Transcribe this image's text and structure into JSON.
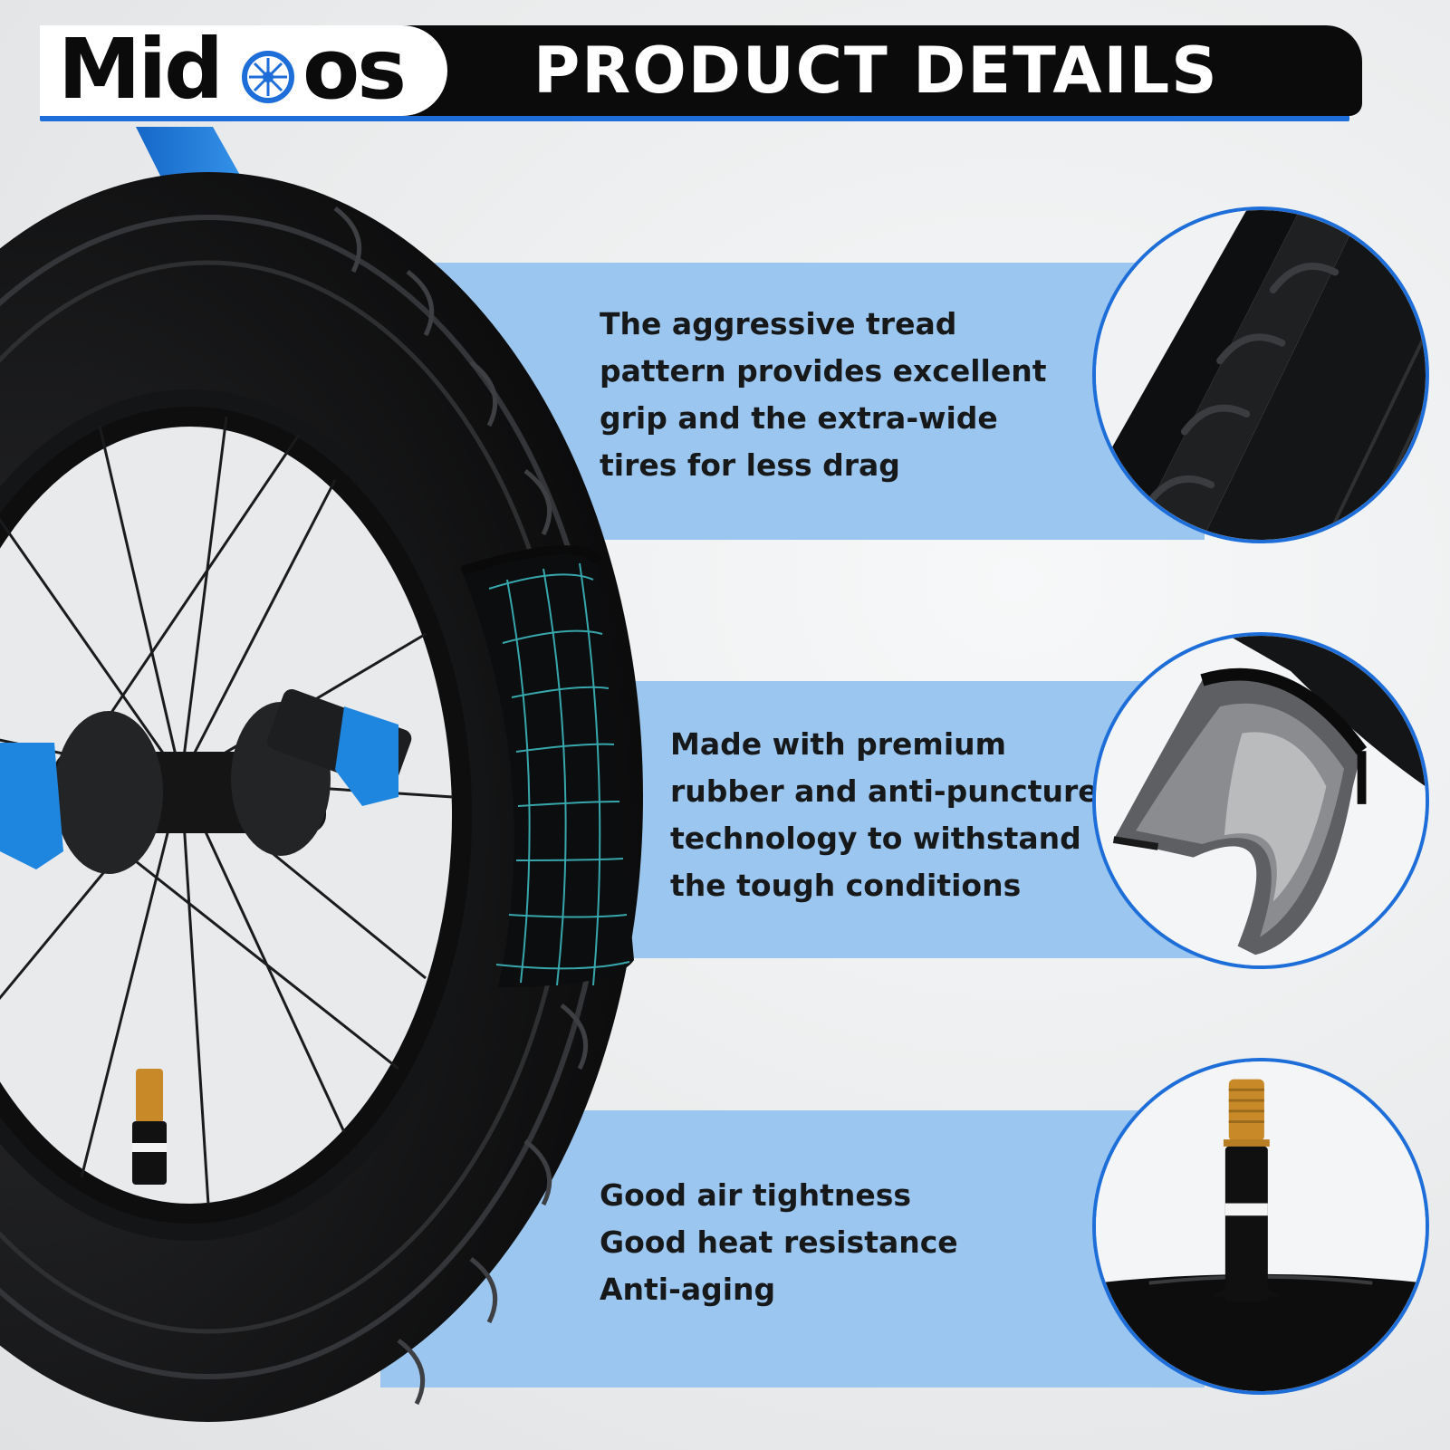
{
  "header": {
    "brand": "Midoos",
    "title": "PRODUCT DETAILS"
  },
  "features": [
    {
      "lines": [
        "The aggressive tread",
        "pattern provides excellent",
        "grip and the extra-wide",
        "tires for less drag"
      ],
      "icon": "tire-tread-closeup"
    },
    {
      "lines": [
        "Made with premium",
        "rubber and anti-puncture",
        "technology to withstand",
        "the tough conditions"
      ],
      "icon": "tire-cross-section"
    },
    {
      "lines": [
        "Good air tightness",
        "Good heat resistance",
        "Anti-aging"
      ],
      "icon": "inner-tube-valve"
    }
  ],
  "colors": {
    "accent": "#1e6ed9",
    "band": "#9bc6ef",
    "header_bg": "#0b0b0c",
    "frame": "#1f86e0"
  }
}
